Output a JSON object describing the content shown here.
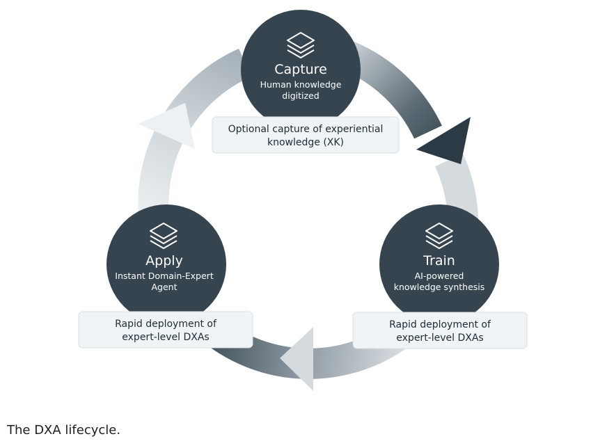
{
  "nodes": {
    "capture": {
      "title": "Capture",
      "subtitle_line1": "Human knowledge",
      "subtitle_line2": "digitized",
      "note_line1": "Optional capture of experiential",
      "note_line2": "knowledge (XK)"
    },
    "train": {
      "title": "Train",
      "subtitle_line1": "AI-powered",
      "subtitle_line2": "knowledge synthesis",
      "note_line1": "Rapid deployment of",
      "note_line2": "expert-level DXAs"
    },
    "apply": {
      "title": "Apply",
      "subtitle_line1": "Instant Domain-Expert",
      "subtitle_line2": "Agent",
      "note_line1": "Rapid deployment of",
      "note_line2": "expert-level DXAs"
    }
  },
  "icons": {
    "node_icon": "layers-icon",
    "cycle_arrow": "arrow-icon"
  },
  "caption": "The DXA lifecycle.",
  "colors": {
    "node_fill": "#35444e",
    "note_fill": "#f1f4f7",
    "note_border": "#d9dfe4",
    "arrow_dark": "#2b3a44",
    "arrow_light": "#d4dade",
    "text_dark": "#1c2b33"
  }
}
